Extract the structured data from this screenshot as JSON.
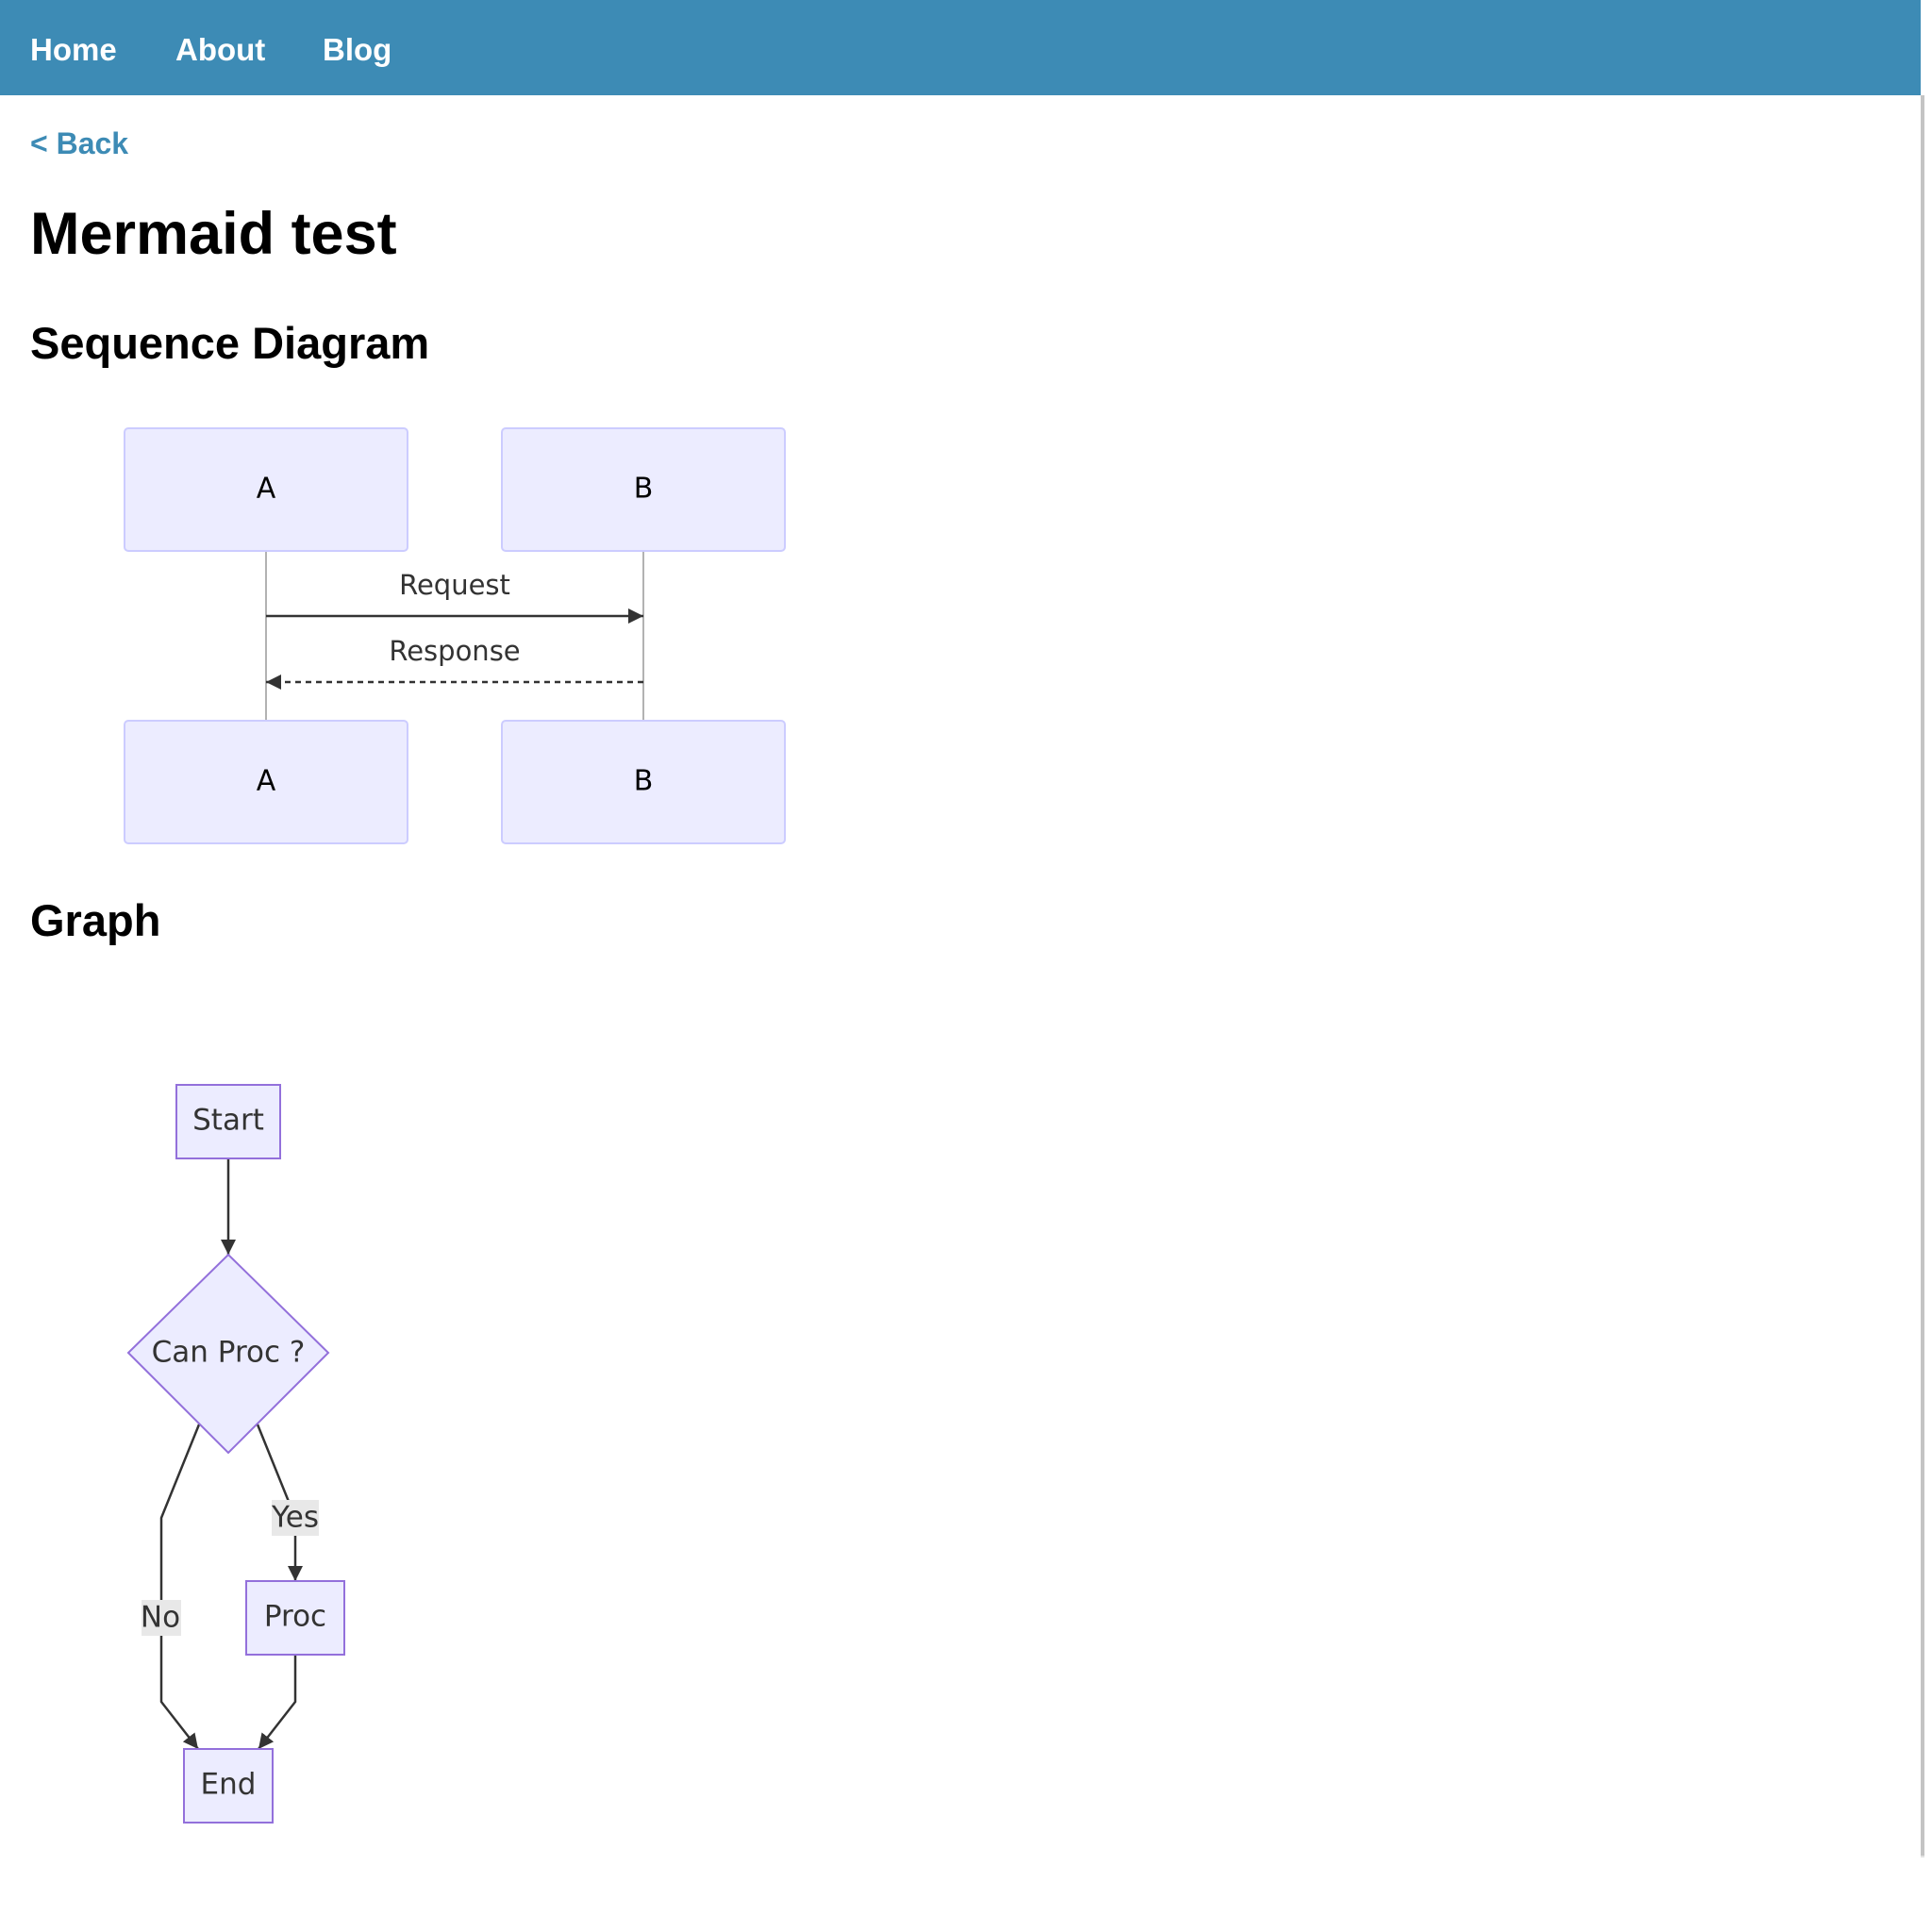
{
  "nav": {
    "items": [
      "Home",
      "About",
      "Blog"
    ]
  },
  "back_link": "< Back",
  "page_title": "Mermaid test",
  "sections": {
    "sequence_heading": "Sequence Diagram",
    "graph_heading": "Graph"
  },
  "sequence": {
    "actor_a": "A",
    "actor_b": "B",
    "messages": [
      "Request",
      "Response"
    ]
  },
  "flowchart": {
    "start": "Start",
    "decision": "Can Proc ?",
    "proc": "Proc",
    "end": "End",
    "edge_yes": "Yes",
    "edge_no": "No"
  },
  "colors": {
    "nav_bg": "#3d8bb5",
    "link": "#3d8bb5",
    "node_fill": "#ececff",
    "node_stroke": "#9370db",
    "actor_stroke": "#ccccff",
    "line": "#333333"
  }
}
